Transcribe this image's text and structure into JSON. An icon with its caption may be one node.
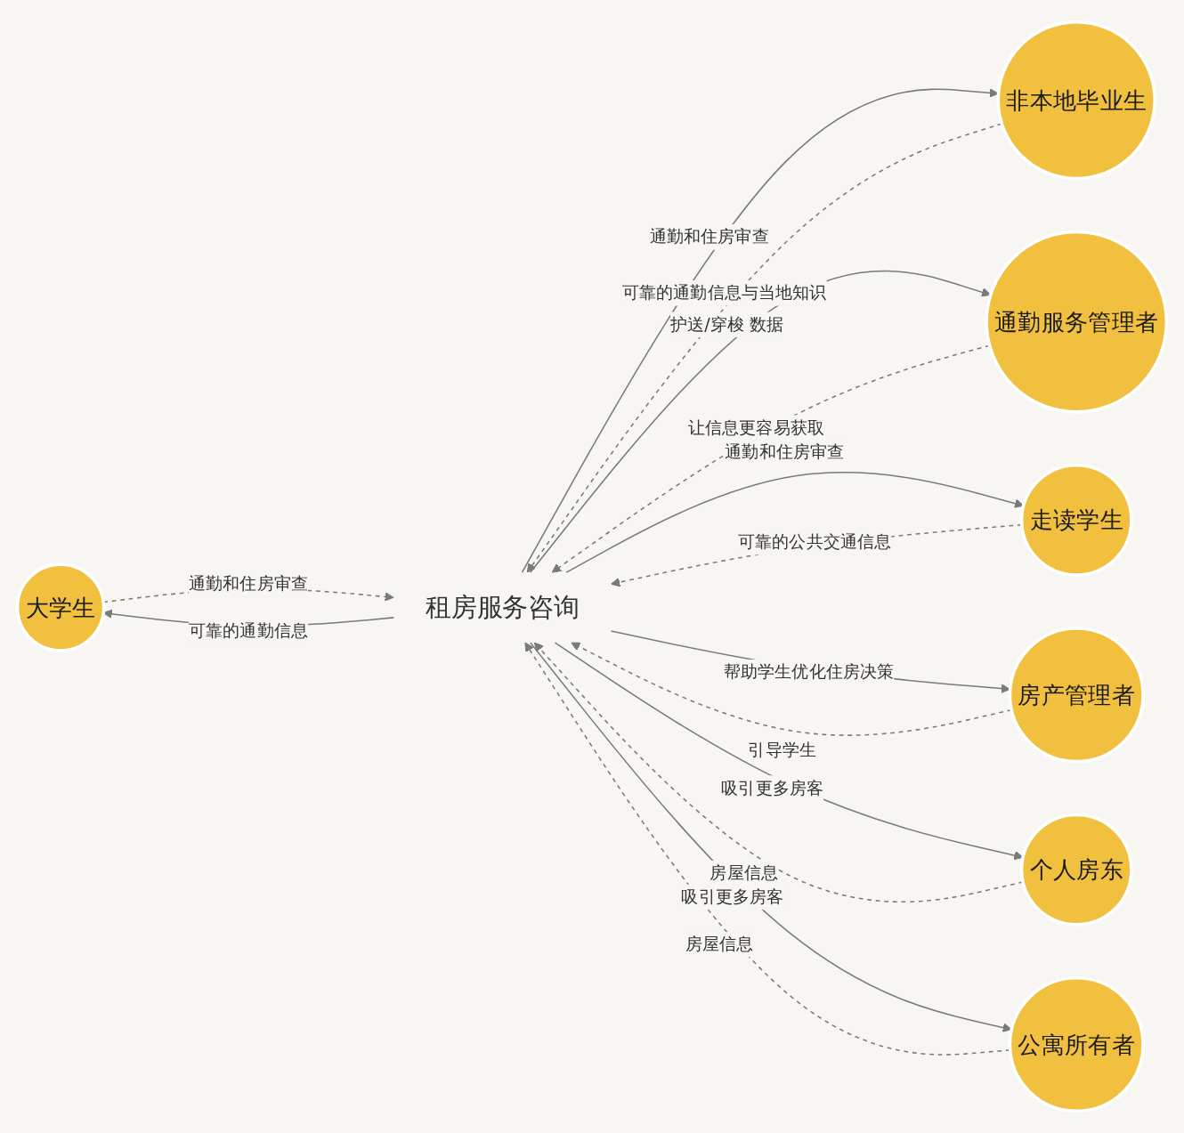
{
  "diagram": {
    "nodes": [
      {
        "text": [
          "大学生"
        ]
      },
      {
        "text": [
          "通勤服务管理者"
        ]
      },
      {
        "text": [
          "非本地毕业生"
        ]
      },
      {
        "text": [
          "走读学生"
        ]
      },
      {
        "text": [
          "租房服务咨询"
        ]
      },
      {
        "text": [
          "房产管理者"
        ]
      },
      {
        "text": [
          "个人房东"
        ]
      },
      {
        "text": [
          "公寓所有者"
        ]
      }
    ],
    "edges": [
      {
        "from": 4,
        "to": 0,
        "arrow": "to",
        "label": "可靠的通勤信息"
      },
      {
        "from": 0,
        "to": 4,
        "arrow": "to",
        "label": "通勤和住房审查",
        "style": "dashed"
      },
      {
        "from": 4,
        "to": 2,
        "arrow": "to",
        "label": "通勤和住房审查"
      },
      {
        "from": 2,
        "to": 4,
        "arrow": "to",
        "label": "可靠的通勤信息与当地知识",
        "style": "dashed"
      },
      {
        "from": 4,
        "to": 1,
        "arrow": "to",
        "label": "护送/穿梭 数据"
      },
      {
        "from": 1,
        "to": 4,
        "arrow": "to",
        "label": "让信息更容易获取",
        "style": "dashed"
      },
      {
        "from": 4,
        "to": 3,
        "arrow": "to",
        "label": "通勤和住房审查"
      },
      {
        "from": 3,
        "to": 4,
        "arrow": "to",
        "label": "可靠的公共交通信息",
        "style": "dashed"
      },
      {
        "from": 4,
        "to": 5,
        "arrow": "to",
        "label": "帮助学生优化住房决策"
      },
      {
        "from": 5,
        "to": 4,
        "arrow": "to",
        "label": "引导学生",
        "style": "dashed"
      },
      {
        "from": 4,
        "to": 6,
        "arrow": "to",
        "label": "吸引更多房客"
      },
      {
        "from": 6,
        "to": 4,
        "arrow": "to",
        "label": "房屋信息",
        "style": "dashed"
      },
      {
        "from": 4,
        "to": 7,
        "arrow": "to",
        "label": "吸引更多房客"
      },
      {
        "from": 7,
        "to": 4,
        "arrow": "to",
        "label": "房屋信息",
        "style": "dashed"
      }
    ]
  }
}
